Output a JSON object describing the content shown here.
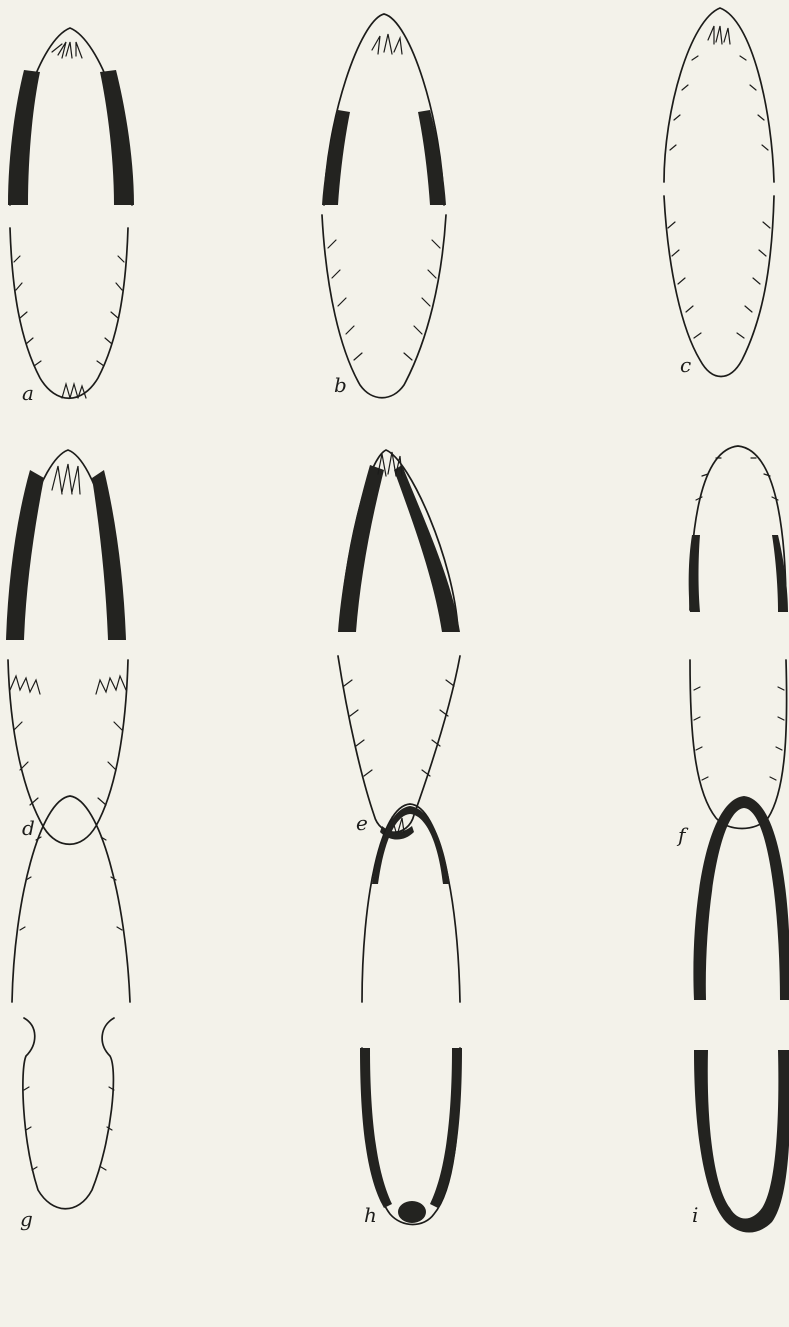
{
  "plate": {
    "background": "#f3f2ea",
    "ink": "#1c1c1a",
    "figures": [
      {
        "id": "a",
        "label": "a"
      },
      {
        "id": "b",
        "label": "b"
      },
      {
        "id": "c",
        "label": "c"
      },
      {
        "id": "d",
        "label": "d"
      },
      {
        "id": "e",
        "label": "e"
      },
      {
        "id": "f",
        "label": "f"
      },
      {
        "id": "g",
        "label": "g"
      },
      {
        "id": "h",
        "label": "h"
      },
      {
        "id": "i",
        "label": "i"
      }
    ]
  }
}
